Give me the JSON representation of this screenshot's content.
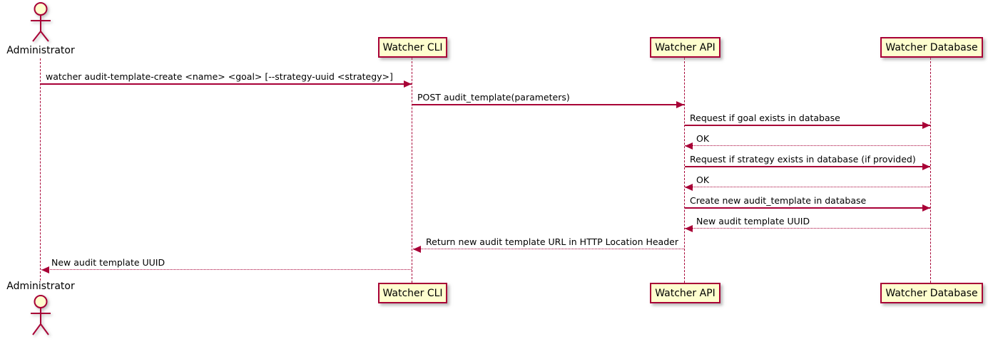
{
  "diagram_type": "uml-sequence",
  "colors": {
    "background": "#FFFFFF",
    "participant_fill": "#FEFECE",
    "stroke": "#A80036",
    "text": "#000000",
    "shadow": "#828282"
  },
  "actor": {
    "label": "Administrator"
  },
  "participants": [
    {
      "label": "Watcher CLI"
    },
    {
      "label": "Watcher API"
    },
    {
      "label": "Watcher Database"
    }
  ],
  "messages": [
    {
      "from": "Administrator",
      "to": "Watcher CLI",
      "line": "solid",
      "label": "watcher audit-template-create <name> <goal> [--strategy-uuid <strategy>]"
    },
    {
      "from": "Watcher CLI",
      "to": "Watcher API",
      "line": "solid",
      "label": "POST audit_template(parameters)"
    },
    {
      "from": "Watcher API",
      "to": "Watcher Database",
      "line": "solid",
      "label": "Request if goal exists in database"
    },
    {
      "from": "Watcher Database",
      "to": "Watcher API",
      "line": "dotted",
      "label": "OK"
    },
    {
      "from": "Watcher API",
      "to": "Watcher Database",
      "line": "solid",
      "label": "Request if strategy exists in database (if provided)"
    },
    {
      "from": "Watcher Database",
      "to": "Watcher API",
      "line": "dotted",
      "label": "OK"
    },
    {
      "from": "Watcher API",
      "to": "Watcher Database",
      "line": "solid",
      "label": "Create new audit_template in database"
    },
    {
      "from": "Watcher Database",
      "to": "Watcher API",
      "line": "dotted",
      "label": "New audit template UUID"
    },
    {
      "from": "Watcher API",
      "to": "Watcher CLI",
      "line": "dotted",
      "label": "Return new audit template URL in HTTP Location Header"
    },
    {
      "from": "Watcher CLI",
      "to": "Administrator",
      "line": "dotted",
      "label": "New audit template UUID"
    }
  ]
}
